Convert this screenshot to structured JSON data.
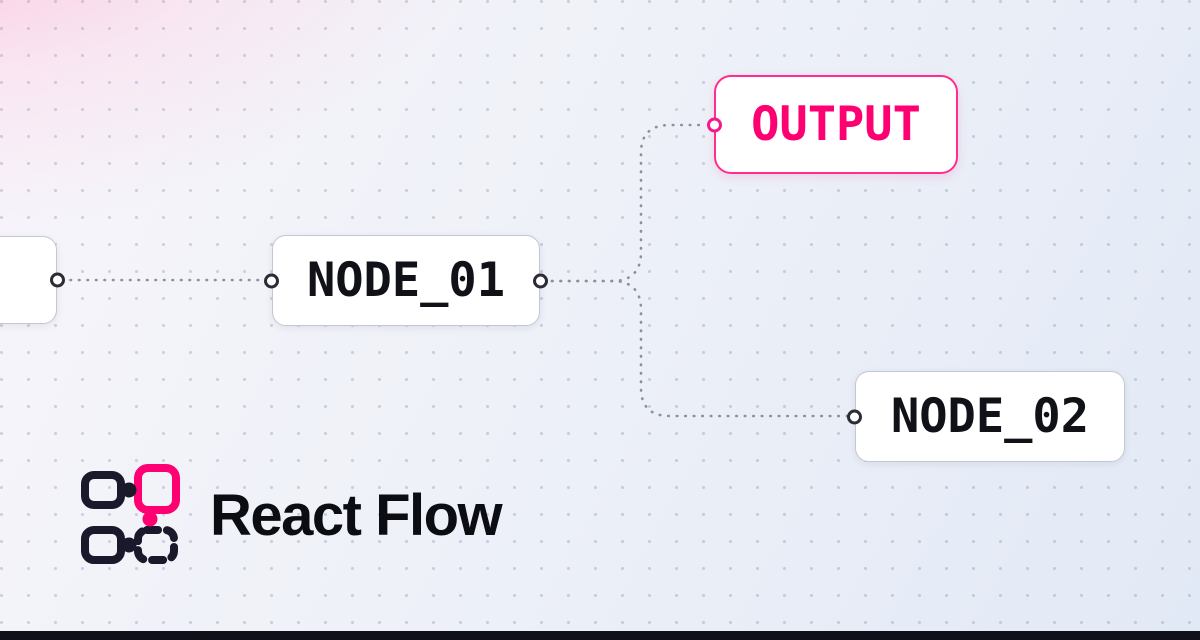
{
  "brand": {
    "wordmark": "React Flow"
  },
  "nodes": {
    "partial": {
      "label": ""
    },
    "node01": {
      "label": "NODE_01"
    },
    "output": {
      "label": "OUTPUT"
    },
    "node02": {
      "label": "NODE_02"
    }
  },
  "colors": {
    "pink": "#ff0072",
    "dark": "#1a192b",
    "edge": "#8a909c",
    "node_border": "#c3c7d1"
  }
}
